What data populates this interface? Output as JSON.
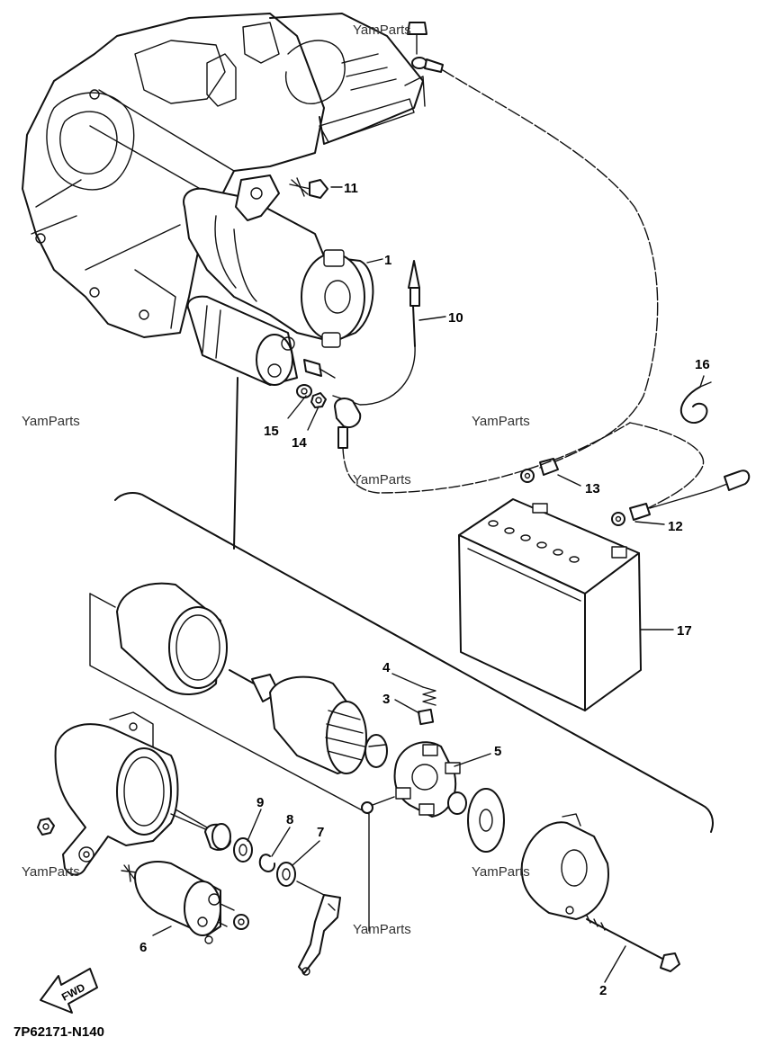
{
  "diagram": {
    "drawing_code": "7P62171-N140",
    "watermark": "YamParts",
    "direction_label": "FWD",
    "callouts": [
      "1",
      "2",
      "3",
      "4",
      "5",
      "6",
      "7",
      "8",
      "9",
      "10",
      "11",
      "12",
      "13",
      "14",
      "15",
      "16",
      "17"
    ]
  }
}
